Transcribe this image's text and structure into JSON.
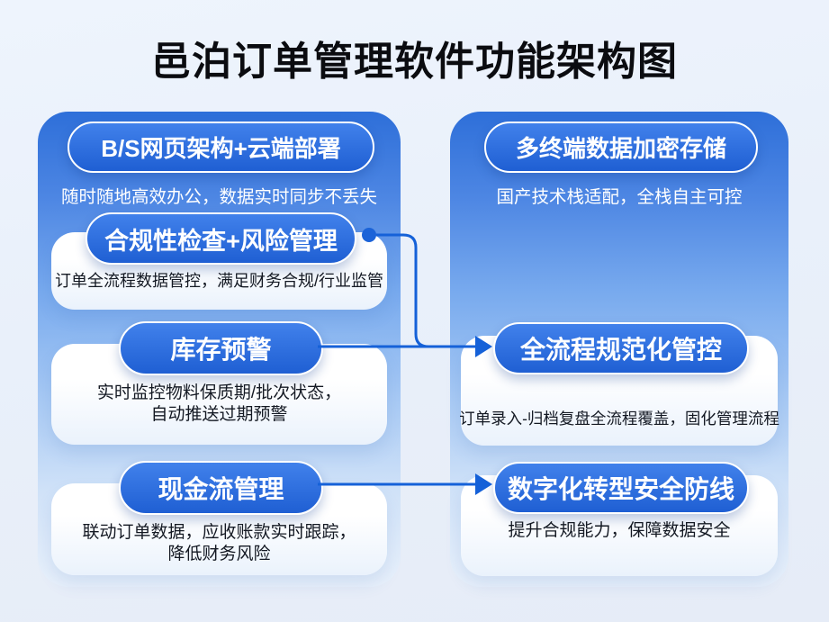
{
  "title": "邑泊订单管理软件功能架构图",
  "left_column": {
    "sections": [
      {
        "heading": "B/S网页架构+云端部署",
        "body": "随时随地高效办公，数据实时同步不丢失",
        "style": "outline-on-blue"
      },
      {
        "heading": "合规性检查+风险管理",
        "body": "订单全流程数据管控，满足财务合规/行业监管",
        "style": "white-card"
      },
      {
        "heading": "库存预警",
        "body": "实时监控物料保质期/批次状态，\n自动推送过期预警",
        "style": "white-card"
      },
      {
        "heading": "现金流管理",
        "body": "联动订单数据，应收账款实时跟踪，\n降低财务风险",
        "style": "white-card"
      }
    ]
  },
  "right_column": {
    "sections": [
      {
        "heading": "多终端数据加密存储",
        "body": "国产技术栈适配，全栈自主可控",
        "style": "outline-on-blue"
      },
      {
        "heading": "全流程规范化管控",
        "body": "订单录入-归档复盘全流程覆盖，固化管理流程",
        "style": "white-card"
      },
      {
        "heading": "数字化转型安全防线",
        "body": "提升合规能力，保障数据安全",
        "style": "white-card"
      }
    ]
  },
  "connectors": [
    {
      "from": "合规性检查+风险管理",
      "to": "全流程规范化管控",
      "shape": "dot-elbow-arrow"
    },
    {
      "from": "库存预警",
      "to": "全流程规范化管控",
      "shape": "straight-arrow"
    },
    {
      "from": "现金流管理",
      "to": "数字化转型安全防线",
      "shape": "straight-arrow"
    }
  ],
  "colors": {
    "column_top_blue": "#2e6fd9",
    "column_bottom_blue": "#e9f1fb",
    "pill_blue": "#2161d6",
    "connector_blue": "#1561d8",
    "card_bg": "#ffffff",
    "body_text": "#141923",
    "title_text": "#0b0c10"
  }
}
